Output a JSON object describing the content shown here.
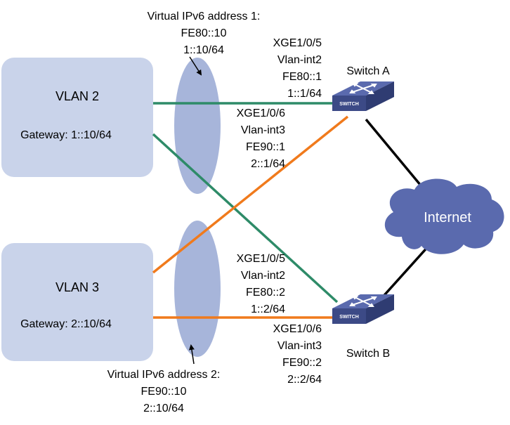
{
  "colors": {
    "vlan_box": "#c9d3ea",
    "ellipse": "#a7b5da",
    "link_green": "#2e8b68",
    "link_orange": "#f07a1c",
    "uplink": "#000000",
    "cloud": "#5a6aae",
    "switch_top": "#5a6aae",
    "switch_front": "#3c4a86"
  },
  "vip1": {
    "title": "Virtual IPv6 address 1:",
    "ll": "FE80::10",
    "addr": "1::10/64"
  },
  "vip2": {
    "title": "Virtual IPv6 address 2:",
    "ll": "FE90::10",
    "addr": "2::10/64"
  },
  "vlan2": {
    "name": "VLAN 2",
    "gateway": "Gateway: 1::10/64"
  },
  "vlan3": {
    "name": "VLAN 3",
    "gateway": "Gateway: 2::10/64"
  },
  "switch_a": {
    "name": "Switch A",
    "badge": "SWITCH",
    "port1": {
      "if": "XGE1/0/5",
      "vlan": "Vlan-int2",
      "ll": "FE80::1",
      "addr": "1::1/64"
    },
    "port2": {
      "if": "XGE1/0/6",
      "vlan": "Vlan-int3",
      "ll": "FE90::1",
      "addr": "2::1/64"
    }
  },
  "switch_b": {
    "name": "Switch B",
    "badge": "SWITCH",
    "port1": {
      "if": "XGE1/0/5",
      "vlan": "Vlan-int2",
      "ll": "FE80::2",
      "addr": "1::2/64"
    },
    "port2": {
      "if": "XGE1/0/6",
      "vlan": "Vlan-int3",
      "ll": "FE90::2",
      "addr": "2::2/64"
    }
  },
  "internet": {
    "label": "Internet"
  }
}
